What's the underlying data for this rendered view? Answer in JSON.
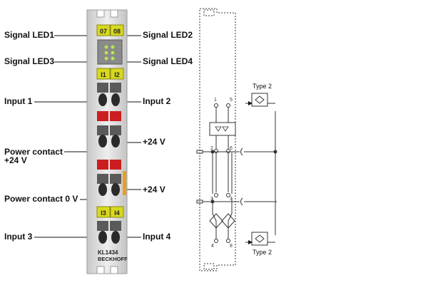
{
  "callouts": {
    "signal_led1": "Signal LED1",
    "signal_led2": "Signal LED2",
    "signal_led3": "Signal LED3",
    "signal_led4": "Signal LED4",
    "input1": "Input 1",
    "input2": "Input 2",
    "plus24v_upper": "+24 V",
    "power_contact_24v_line1": "Power contact",
    "power_contact_24v_line2": "+24 V",
    "plus24v_lower": "+24 V",
    "power_contact_0v": "Power contact 0 V",
    "input3": "Input 3",
    "input4": "Input 4"
  },
  "terminal": {
    "led_top_left": "07",
    "led_top_right": "08",
    "led_mid_left": "I1",
    "led_mid_right": "I2",
    "led_bot_left": "I3",
    "led_bot_right": "I4",
    "model": "KL1434",
    "brand": "BECKHOFF",
    "label_color": "#d8d820",
    "red_color": "#cc1e1e",
    "orange_color": "#e8a020"
  },
  "schematic": {
    "sensor_top_label": "Type 2",
    "sensor_bottom_label": "Type 2",
    "pin_1": "1",
    "pin_5": "5",
    "pin_2": "2",
    "pin_6": "6",
    "pin_3": "3",
    "pin_7": "7",
    "pin_4": "4",
    "pin_8": "8"
  }
}
